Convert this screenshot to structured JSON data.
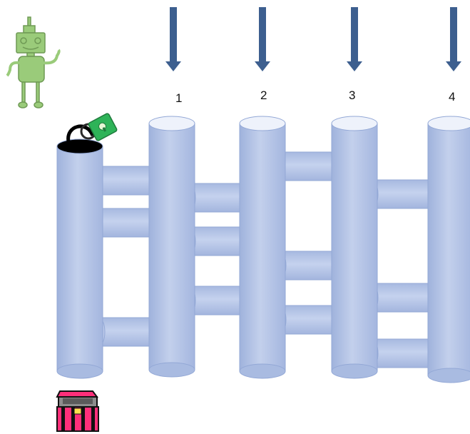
{
  "colors": {
    "pipe_fill": "#b7c5e6",
    "pipe_stroke": "#93a8d6",
    "arrow": "#3d5f8f",
    "robot": "#9acb7a",
    "robot_stroke": "#6f9a55",
    "chest": "#ff2f7a",
    "lock": "#2eb358"
  },
  "pipes": [
    {
      "id": "start",
      "label": ""
    },
    {
      "id": "p1",
      "label": "1"
    },
    {
      "id": "p2",
      "label": "2"
    },
    {
      "id": "p3",
      "label": "3"
    },
    {
      "id": "p4",
      "label": "4"
    }
  ],
  "icons": {
    "robot": "robot-icon",
    "padlock": "padlock-icon",
    "treasure": "treasure-chest-icon",
    "arrow": "down-arrow-icon"
  }
}
